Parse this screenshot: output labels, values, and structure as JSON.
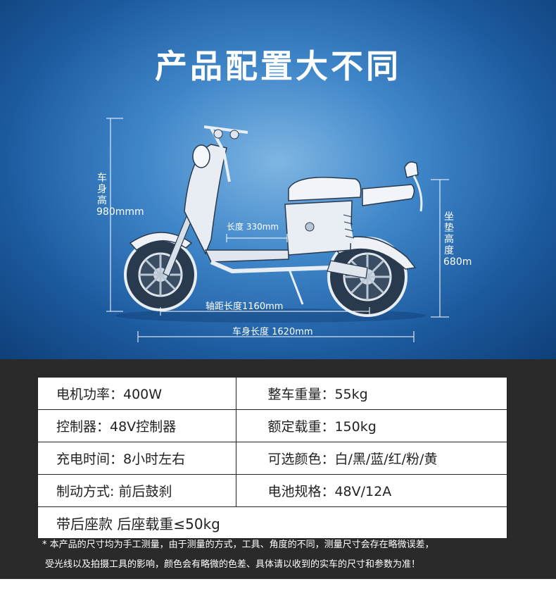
{
  "title": "产品配置大不同",
  "dimensions": {
    "height_label": "车身高980mmm",
    "seat_label": "坐垫高度680m",
    "length_label": "长度 330mm",
    "wheelbase_label": "轴距长度1160mm",
    "body_length_label": "车身长度 1620mm"
  },
  "specs": [
    {
      "left": "电机功率：400W",
      "right": "整车重量：55kg"
    },
    {
      "left": "控制器：48V控制器",
      "right": "额定载重：150kg"
    },
    {
      "left": "充电时间：8小时左右",
      "right": "可选颜色：白/黑/蓝/红/粉/黄"
    },
    {
      "left": "制动方式: 前后鼓刹",
      "right": "电池规格：48V/12A"
    }
  ],
  "spec_last": "带后座款  后座载重≤50kg",
  "notes": [
    "* 本产品的尺寸均为手工测量，由于测量的方式，工具、角度的不同，测量尺寸会存在略微误差，",
    "受光线以及拍摄工具的影响，颜色会有略微的色差、具体请以收到的实车的尺寸和参数为准！"
  ],
  "icons": [
    "scooter-illustration"
  ]
}
